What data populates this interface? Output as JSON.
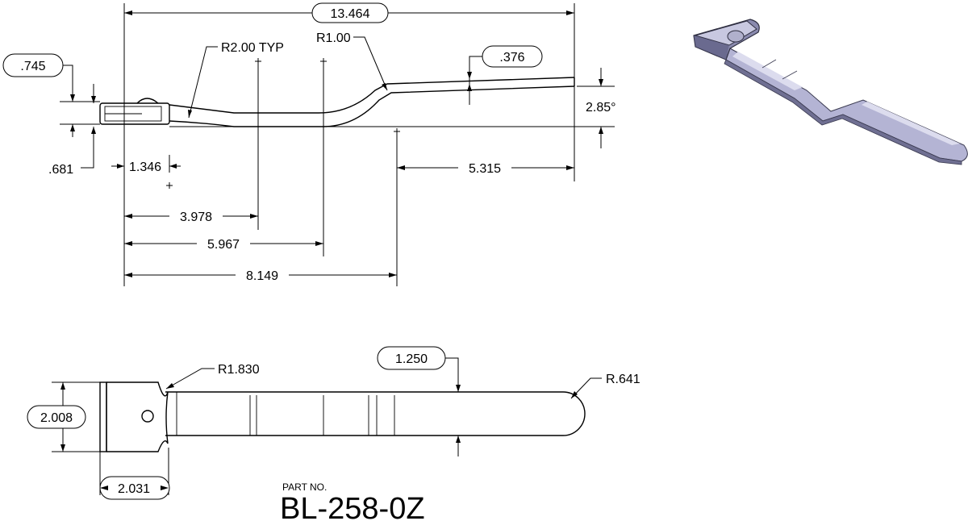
{
  "side_view": {
    "overall_length": "13.464",
    "bend_radius_1": "R2.00 TYP",
    "bend_radius_2": "R1.00",
    "tip_height": ".376",
    "clip_top_offset": ".745",
    "clip_bottom_offset": ".681",
    "angle": "2.85°",
    "hole_offset": "1.346",
    "offset_5315": "5.315",
    "offset_3978": "3.978",
    "offset_5967": "5.967",
    "offset_8149": "8.149"
  },
  "top_view": {
    "end_radius_1": "R1.830",
    "width_1250": "1.250",
    "end_radius_2": "R.641",
    "head_width": "2.008",
    "head_length": "2.031"
  },
  "part": {
    "label": "PART NO.",
    "number": "BL-258-0Z"
  },
  "colors": {
    "line": "#000000",
    "iso_face": "#b4b4d4",
    "iso_dark": "#6f6f92",
    "iso_light": "#dcdcee"
  }
}
